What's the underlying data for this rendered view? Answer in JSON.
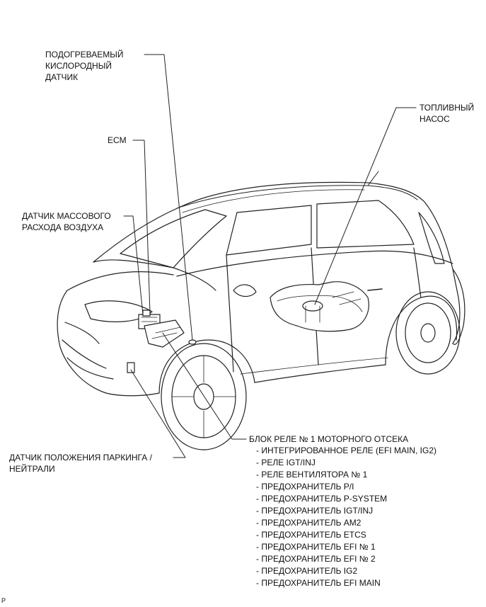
{
  "labels": {
    "oxygen_sensor": [
      "ПОДОГРЕВАЕМЫЙ",
      "КИСЛОРОДНЫЙ",
      "ДАТЧИК"
    ],
    "ecm": "ECM",
    "maf_sensor": [
      "ДАТЧИК МАССОВОГО",
      "РАСХОДА ВОЗДУХА"
    ],
    "fuel_pump": [
      "ТОПЛИВНЫЙ",
      "НАСОС"
    ],
    "park_neutral_sensor": [
      "ДАТЧИК ПОЛОЖЕНИЯ ПАРКИНГА /",
      "НЕЙТРАЛИ"
    ],
    "relay_block_title": "БЛОК РЕЛЕ № 1 МОТОРНОГО ОТСЕКА"
  },
  "relay_block_items": [
    "- ИНТЕГРИРОВАННОЕ РЕЛЕ (EFI MAIN, IG2)",
    "- РЕЛЕ IGT/INJ",
    "- РЕЛЕ ВЕНТИЛЯТОРА № 1",
    "- ПРЕДОХРАНИТЕЛЬ P/I",
    "- ПРЕДОХРАНИТЕЛЬ P-SYSTEM",
    "- ПРЕДОХРАНИТЕЛЬ IGT/INJ",
    "- ПРЕДОХРАНИТЕЛЬ AM2",
    "- ПРЕДОХРАНИТЕЛЬ ETCS",
    "- ПРЕДОХРАНИТЕЛЬ EFI № 1",
    "- ПРЕДОХРАНИТЕЛЬ EFI № 2",
    "- ПРЕДОХРАНИТЕЛЬ IG2",
    "- ПРЕДОХРАНИТЕЛЬ EFI MAIN"
  ],
  "footer_code": "P"
}
